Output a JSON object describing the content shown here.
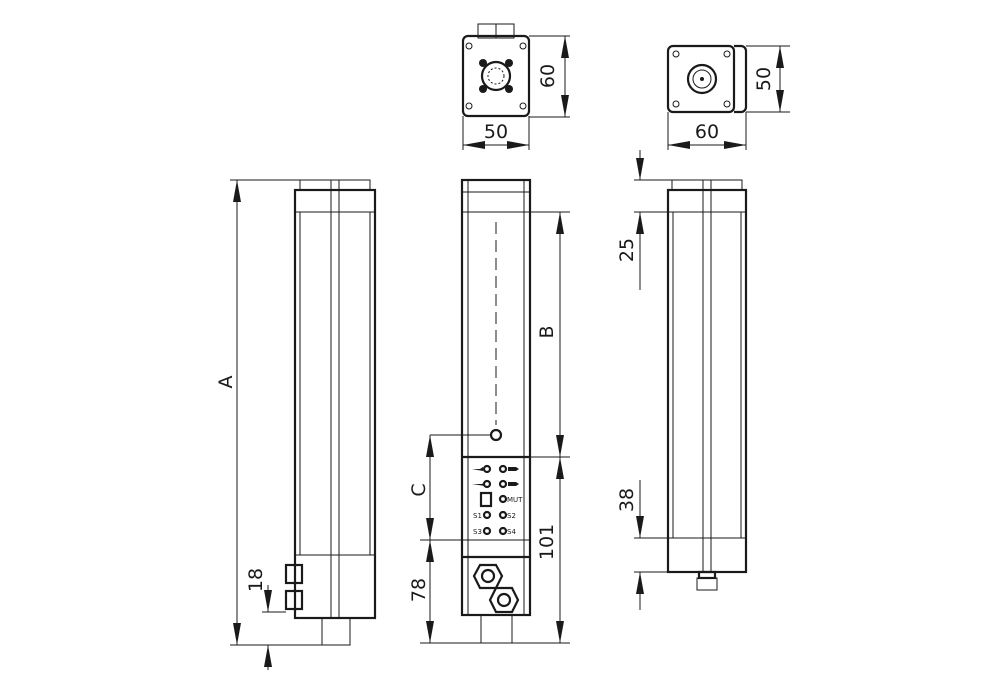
{
  "dimensions": {
    "top_left_height": "60",
    "top_left_width": "50",
    "top_right_height": "50",
    "top_right_width": "60",
    "A": "A",
    "B": "B",
    "C": "C",
    "d18": "18",
    "d78": "78",
    "d101": "101",
    "d25": "25",
    "d38": "38"
  },
  "panel": {
    "mut": "MUT",
    "s1": "S1",
    "s2": "S2",
    "s3": "S3",
    "s4": "S4"
  }
}
